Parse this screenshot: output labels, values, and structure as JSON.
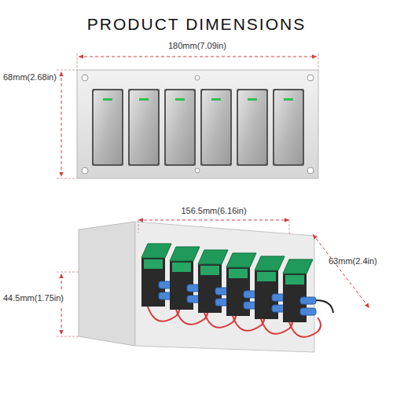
{
  "diagram": {
    "title": "PRODUCT DIMENSIONS",
    "labels": [
      "180mm(7.09in)",
      "68mm(2.68in)",
      "156.5mm(6.16in)",
      "44.5mm(1.75in)",
      "63mm(2.4in)"
    ]
  }
}
